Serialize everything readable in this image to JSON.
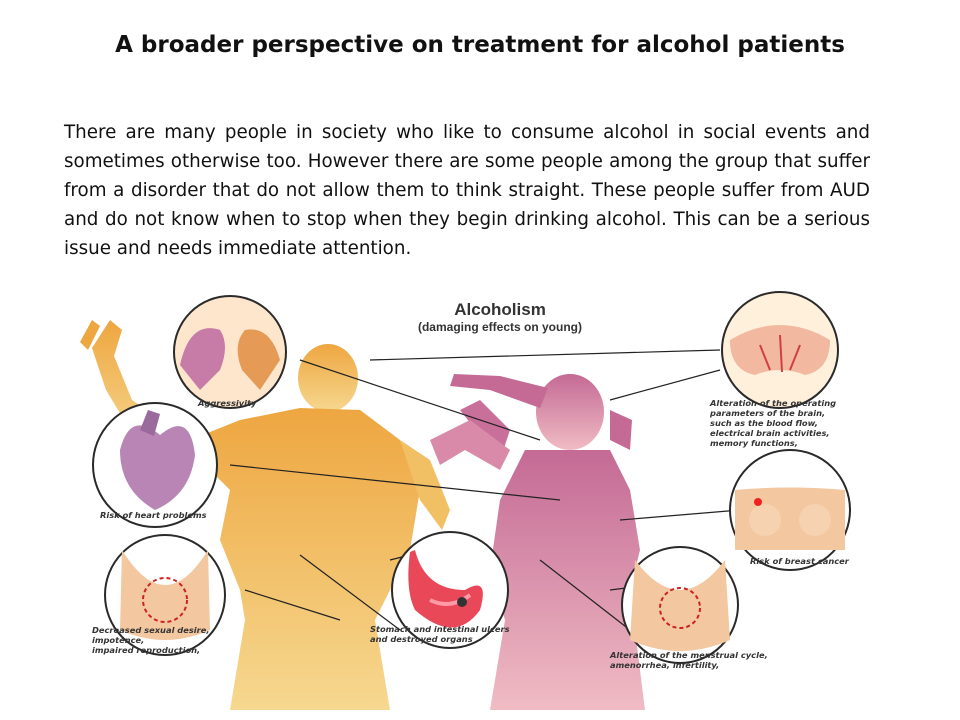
{
  "slide": {
    "title": "A broader perspective on treatment for alcohol patients",
    "body": "There are many people in society who like to consume alcohol in social events and sometimes otherwise too. However there are some people among the group that suffer from a disorder that do not allow them to think straight. These people suffer from AUD and do not know when to stop when they begin drinking alcohol. This can be a serious issue and needs immediate attention."
  },
  "infographic": {
    "title": "Alcoholism",
    "subtitle": "(damaging effects on young)",
    "captions": {
      "aggressivity": "Aggressivity",
      "heart": "Risk of heart problems",
      "sexual": "Decreased sexual desire,\nimpotence,\nimpaired reproduction,",
      "stomach": "Stomach and intestinal ulcers\nand destroyed organs",
      "brain": "Alteration of the operating\nparameters of the brain,\nsuch as the blood flow,\nelectrical brain activities,\nmemory functions,",
      "breast": "Risk of breast cancer",
      "menstrual": "Alteration of the menstrual cycle,\namenorrhea, infertility,"
    },
    "colors": {
      "male_silhouette": "#f0b84a",
      "female_silhouette": "#d27aa0",
      "heart": "#b07aa8",
      "stomach": "#e84858",
      "skin": "#f3c7a0"
    }
  }
}
